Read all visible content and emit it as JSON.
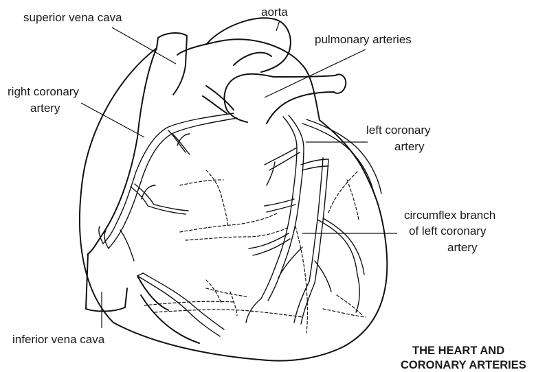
{
  "labels": {
    "superior_vena_cava": "superior vena cava",
    "aorta": "aorta",
    "pulmonary_arteries": "pulmonary arteries",
    "right_coronary_line1": "right coronary",
    "right_coronary_line2": "artery",
    "left_coronary_line1": "left coronary",
    "left_coronary_line2": "artery",
    "circumflex_line1": "circumflex branch",
    "circumflex_line2": "of left coronary",
    "circumflex_line3": "artery",
    "inferior_vena_cava": "inferior vena cava"
  },
  "title": {
    "line1": "THE HEART AND",
    "line2": "CORONARY ARTERIES"
  }
}
